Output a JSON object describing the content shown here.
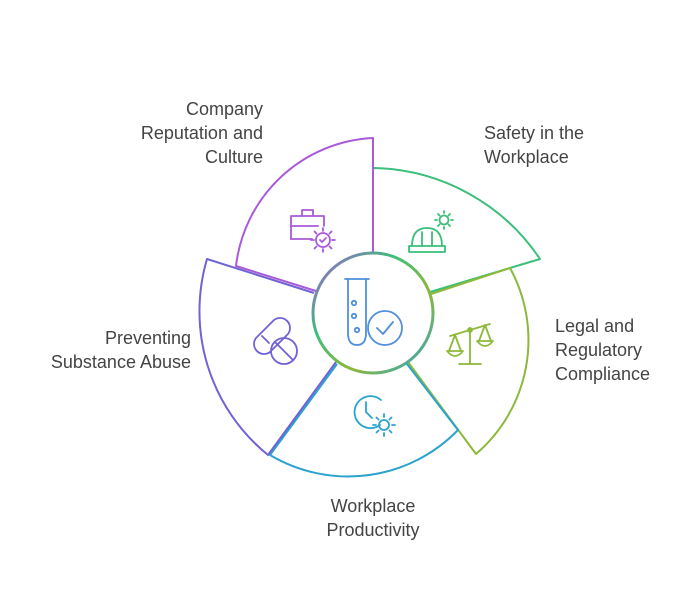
{
  "segments": [
    {
      "id": "safety",
      "lines": [
        "Safety in the",
        "Workplace"
      ],
      "color": "#3bbf7a",
      "icon": "hard-hat-gear-icon"
    },
    {
      "id": "legal",
      "lines": [
        "Legal and",
        "Regulatory",
        "Compliance"
      ],
      "color": "#8db83a",
      "icon": "scales-icon"
    },
    {
      "id": "productivity",
      "lines": [
        "Workplace",
        "Productivity"
      ],
      "color": "#2aa3cf",
      "icon": "clock-gear-icon"
    },
    {
      "id": "substance",
      "lines": [
        "Preventing",
        "Substance Abuse"
      ],
      "color": "#6f63d6",
      "icon": "pill-prohibited-icon"
    },
    {
      "id": "reputation",
      "lines": [
        "Company",
        "Reputation and",
        "Culture"
      ],
      "color": "#a95ad8",
      "icon": "briefcase-gear-icon"
    }
  ],
  "center": {
    "icon": "test-tube-check-icon",
    "color": "#4f8fdc"
  }
}
